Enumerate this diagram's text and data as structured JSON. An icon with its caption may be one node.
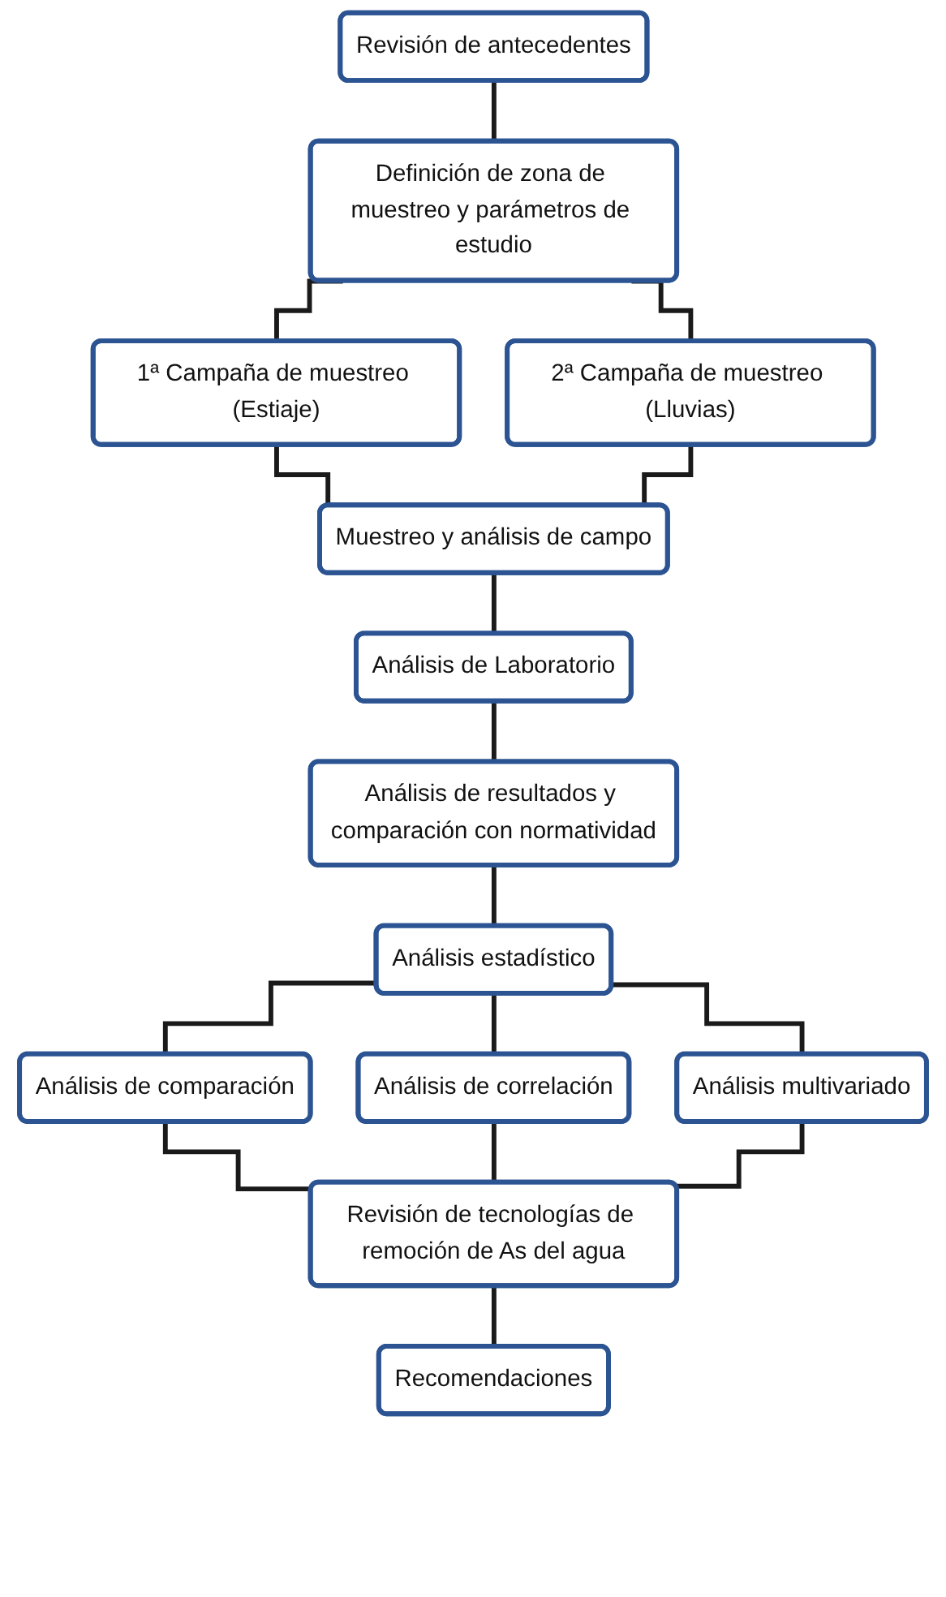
{
  "diagram": {
    "nodes": [
      {
        "text": [
          "Revisión de antecedentes"
        ]
      },
      {
        "text": [
          "Definición de zona de muestreo y parámetros de estudio"
        ]
      },
      {
        "text": [
          "1ª Campaña de muestreo (Estiaje)"
        ]
      },
      {
        "text": [
          "2ª Campaña de muestreo (Lluvias)"
        ]
      },
      {
        "text": [
          "Muestreo y análisis de campo"
        ]
      },
      {
        "text": [
          "Análisis de Laboratorio"
        ]
      },
      {
        "text": [
          "Análisis de resultados y comparación con normatividad"
        ]
      },
      {
        "text": [
          "Análisis estadístico"
        ]
      },
      {
        "text": [
          "Análisis de comparación"
        ]
      },
      {
        "text": [
          "Análisis de correlación"
        ]
      },
      {
        "text": [
          "Análisis multivariado"
        ]
      },
      {
        "text": [
          "Revisión de tecnologías de remoción de As del agua"
        ]
      },
      {
        "text": [
          "Recomendaciones"
        ]
      }
    ],
    "edges": [
      {
        "from": 0,
        "to": 1,
        "arrow": "none"
      },
      {
        "from": 1,
        "to": 2,
        "arrow": "none"
      },
      {
        "from": 1,
        "to": 3,
        "arrow": "none"
      },
      {
        "from": 2,
        "to": 4,
        "arrow": "none"
      },
      {
        "from": 3,
        "to": 4,
        "arrow": "none"
      },
      {
        "from": 4,
        "to": 5,
        "arrow": "none"
      },
      {
        "from": 5,
        "to": 6,
        "arrow": "none"
      },
      {
        "from": 6,
        "to": 7,
        "arrow": "none"
      },
      {
        "from": 7,
        "to": 8,
        "arrow": "none"
      },
      {
        "from": 7,
        "to": 9,
        "arrow": "none"
      },
      {
        "from": 7,
        "to": 10,
        "arrow": "none"
      },
      {
        "from": 8,
        "to": 11,
        "arrow": "none"
      },
      {
        "from": 9,
        "to": 11,
        "arrow": "none"
      },
      {
        "from": 10,
        "to": 11,
        "arrow": "none"
      },
      {
        "from": 11,
        "to": 12,
        "arrow": "none"
      }
    ]
  }
}
